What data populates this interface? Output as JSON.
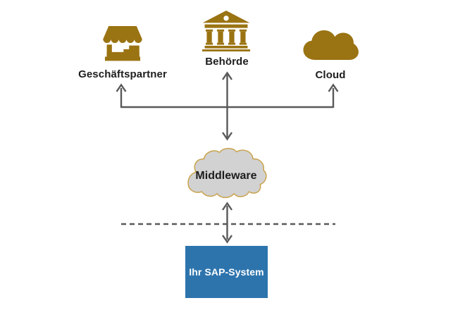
{
  "nodes": {
    "geschaeftspartner": {
      "label": "Geschäftspartner",
      "icon": "storefront-icon"
    },
    "behoerde": {
      "label": "Behörde",
      "icon": "bank-icon"
    },
    "cloud": {
      "label": "Cloud",
      "icon": "cloud-icon"
    },
    "middleware": {
      "label": "Middleware",
      "shape": "cloud"
    },
    "sap_system": {
      "label": "Ihr SAP-System",
      "shape": "rectangle"
    }
  },
  "connections": [
    {
      "from": "middleware",
      "to": "geschaeftspartner",
      "type": "double-arrow"
    },
    {
      "from": "middleware",
      "to": "behoerde",
      "type": "double-arrow"
    },
    {
      "from": "middleware",
      "to": "cloud",
      "type": "double-arrow"
    },
    {
      "from": "middleware",
      "to": "sap_system",
      "type": "double-arrow",
      "crosses": "dashed-boundary"
    }
  ],
  "colors": {
    "gold": "#9a7312",
    "arrow": "#595959",
    "middleware_fill": "#d2d2d2",
    "middleware_stroke": "#c9a24b",
    "sap_blue": "#2d74ad",
    "label": "#1d1d1d",
    "sap_text": "#ffffff",
    "background": "#ffffff"
  }
}
